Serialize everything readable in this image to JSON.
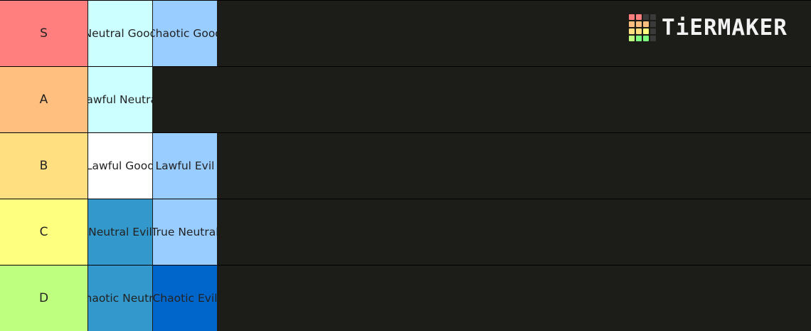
{
  "brand": {
    "name": "TiERMAKER"
  },
  "logo_grid_colors": [
    "#ff7f7f",
    "#ff7f7f",
    "#3a3a3a",
    "#3a3a3a",
    "#ffbf7f",
    "#ffbf7f",
    "#ffbf7f",
    "#3a3a3a",
    "#ffdf7f",
    "#ffdf7f",
    "#ffff7f",
    "#3a3a3a",
    "#bfff7f",
    "#7fff7f",
    "#7fff7f",
    "#3a3a3a"
  ],
  "tiers": [
    {
      "label": "S",
      "color": "#ff7f7f",
      "items": [
        {
          "text": "Neutral Good",
          "color": "#ccffff"
        },
        {
          "text": "Chaotic Good",
          "color": "#99ccff"
        }
      ]
    },
    {
      "label": "A",
      "color": "#ffbf7f",
      "items": [
        {
          "text": "Lawful Neutral",
          "color": "#ccffff"
        }
      ]
    },
    {
      "label": "B",
      "color": "#ffdf7f",
      "items": [
        {
          "text": "Lawful Good",
          "color": "#ffffff"
        },
        {
          "text": "Lawful Evil",
          "color": "#99ccff"
        }
      ]
    },
    {
      "label": "C",
      "color": "#ffff7f",
      "items": [
        {
          "text": "Neutral Evil",
          "color": "#3399cc"
        },
        {
          "text": "True Neutral",
          "color": "#99ccff"
        }
      ]
    },
    {
      "label": "D",
      "color": "#bfff7f",
      "items": [
        {
          "text": "Chaotic Neutral",
          "color": "#3399cc"
        },
        {
          "text": "Chaotic Evil",
          "color": "#0066cc"
        }
      ]
    }
  ]
}
